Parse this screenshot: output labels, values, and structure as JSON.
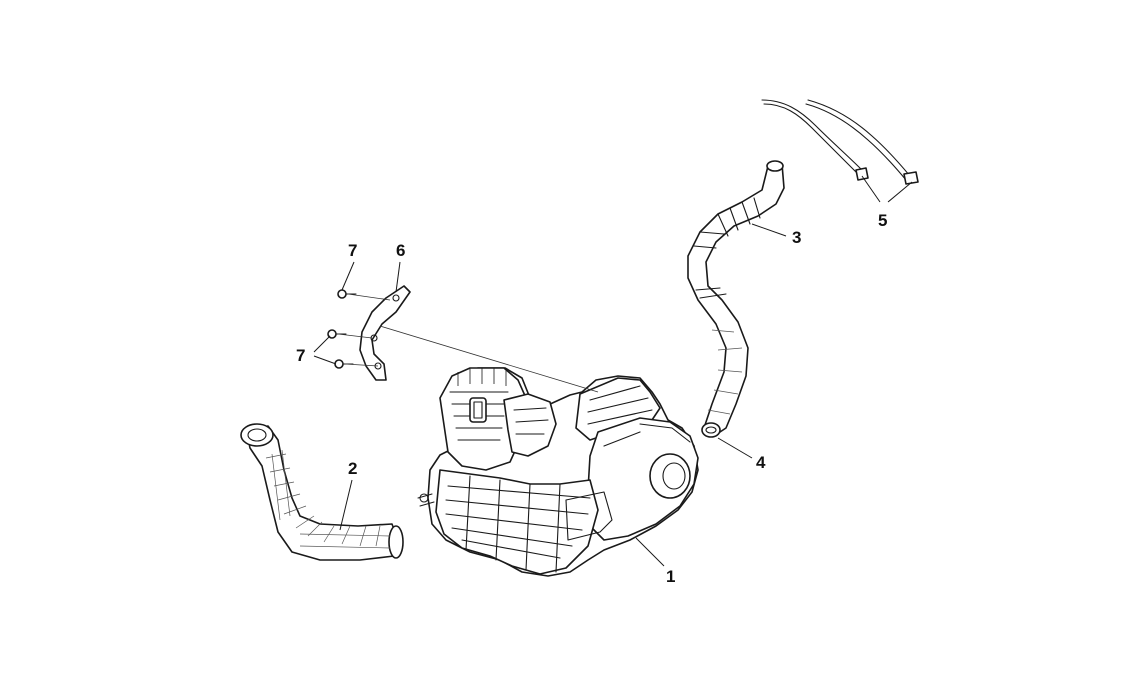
{
  "callouts": {
    "c1": "1",
    "c2": "2",
    "c3": "3",
    "c4": "4",
    "c5": "5",
    "c6": "6",
    "c7a": "7",
    "c7b": "7"
  },
  "parts": {
    "engine": "engine-assembly-icon",
    "duct_left": "intake-duct-icon",
    "duct_right": "breather-hose-icon",
    "clamp": "hose-clamp-icon",
    "cable_ties": "cable-tie-icon",
    "bracket": "mounting-bracket-icon",
    "bolts": "bolt-icon"
  },
  "colors": {
    "line": "#1a1a1a",
    "background": "#ffffff"
  }
}
